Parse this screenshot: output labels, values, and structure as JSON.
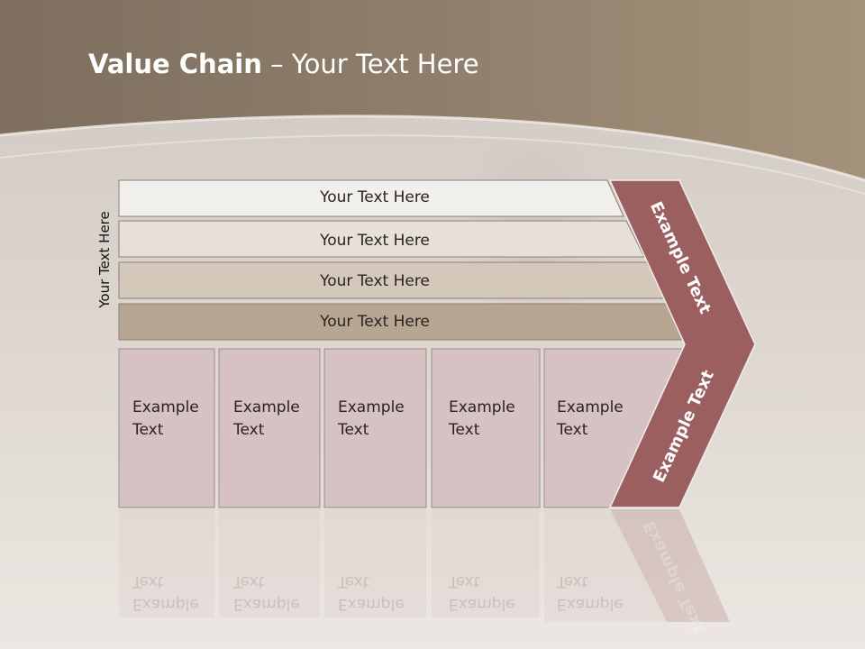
{
  "slide": {
    "title_bold": "Value Chain",
    "title_rest": " – Your Text Here",
    "side_label": "Your Text Here",
    "rows": [
      {
        "label": "Your Text Here"
      },
      {
        "label": "Your Text Here"
      },
      {
        "label": "Your Text Here"
      },
      {
        "label": "Your Text Here"
      }
    ],
    "boxes": [
      {
        "line1": "Example",
        "line2": "Text"
      },
      {
        "line1": "Example",
        "line2": "Text"
      },
      {
        "line1": "Example",
        "line2": "Text"
      },
      {
        "line1": "Example",
        "line2": "Text"
      },
      {
        "line1": "Example",
        "line2": "Text"
      }
    ],
    "chevron_upper": "Example Text",
    "chevron_lower": "Example Text"
  },
  "colors": {
    "header_band": "#8c7a66",
    "row_1": "#f1f0ec",
    "row_2": "#e6e0d8",
    "row_3": "#d3c8ba",
    "row_4": "#b7a692",
    "box_fill": "#d6c2c2",
    "chevron": "#9b5f5f"
  }
}
